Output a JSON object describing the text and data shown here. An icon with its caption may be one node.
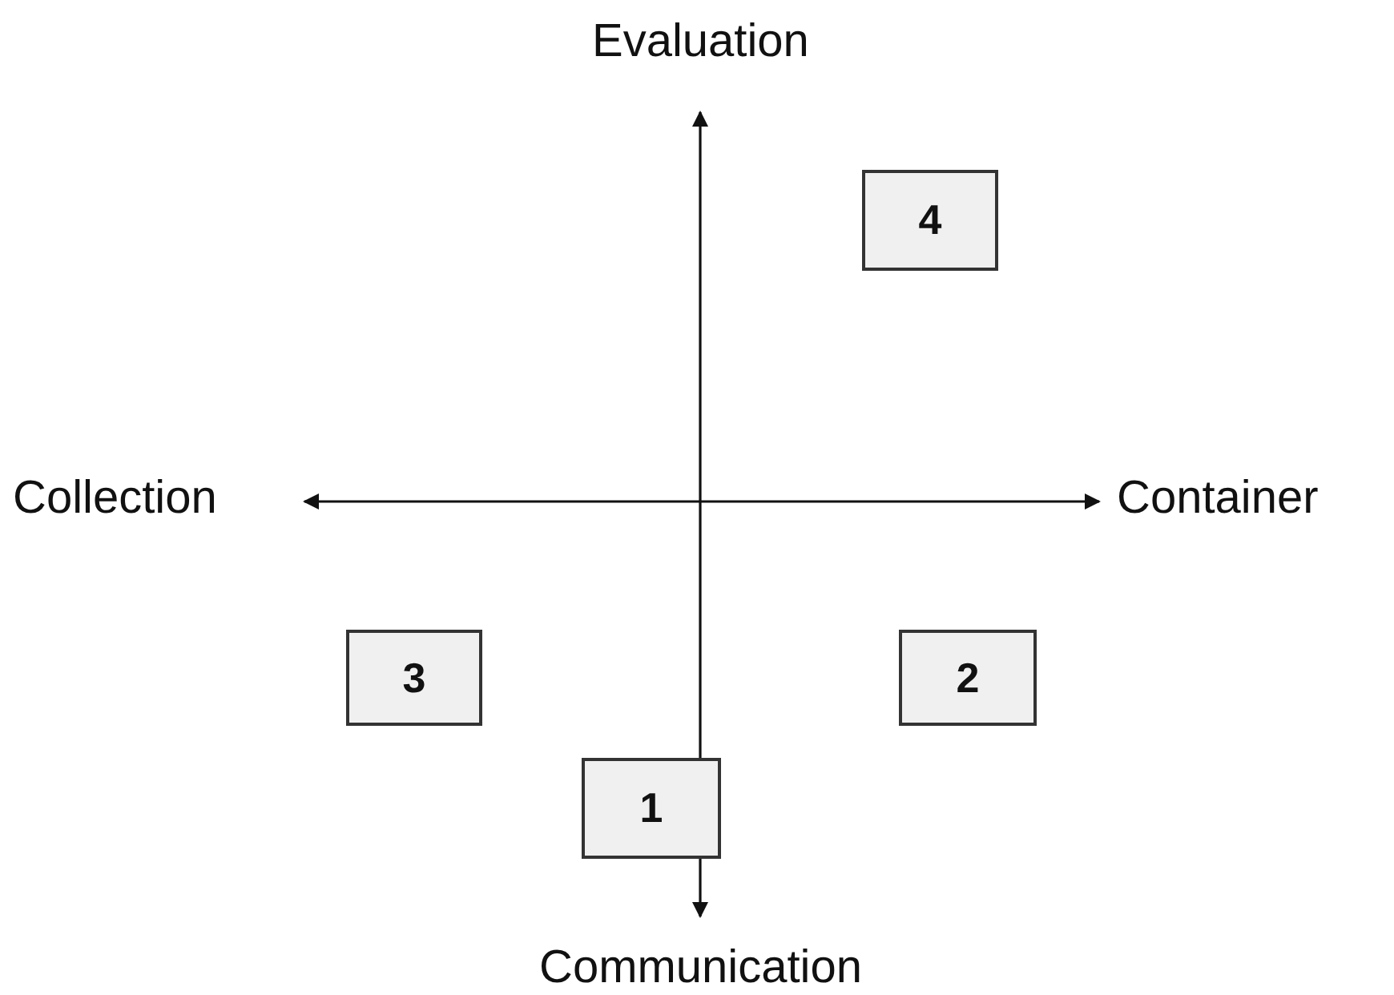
{
  "diagram": {
    "nodes": [
      {
        "text": [
          "4"
        ]
      },
      {
        "text": [
          "3"
        ]
      },
      {
        "text": [
          "2"
        ]
      },
      {
        "text": [
          "1"
        ]
      }
    ],
    "labels": [
      "Evaluation",
      "Collection",
      "Container",
      "Communication"
    ]
  }
}
